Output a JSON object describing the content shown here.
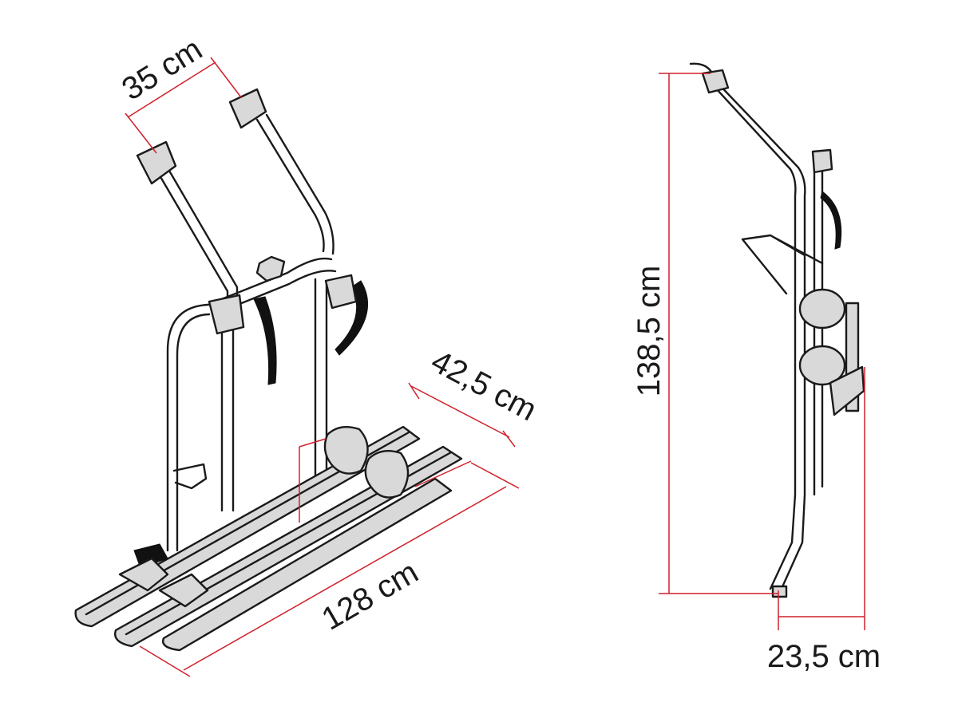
{
  "dimensions": {
    "arm_spacing": "35 cm",
    "rail_width": "42,5 cm",
    "rack_length": "128 cm",
    "total_height": "138,5 cm",
    "depth": "23,5 cm"
  },
  "colors": {
    "dimension_line": "#d0202a",
    "outline": "#1a1a1a",
    "background": "#ffffff"
  }
}
